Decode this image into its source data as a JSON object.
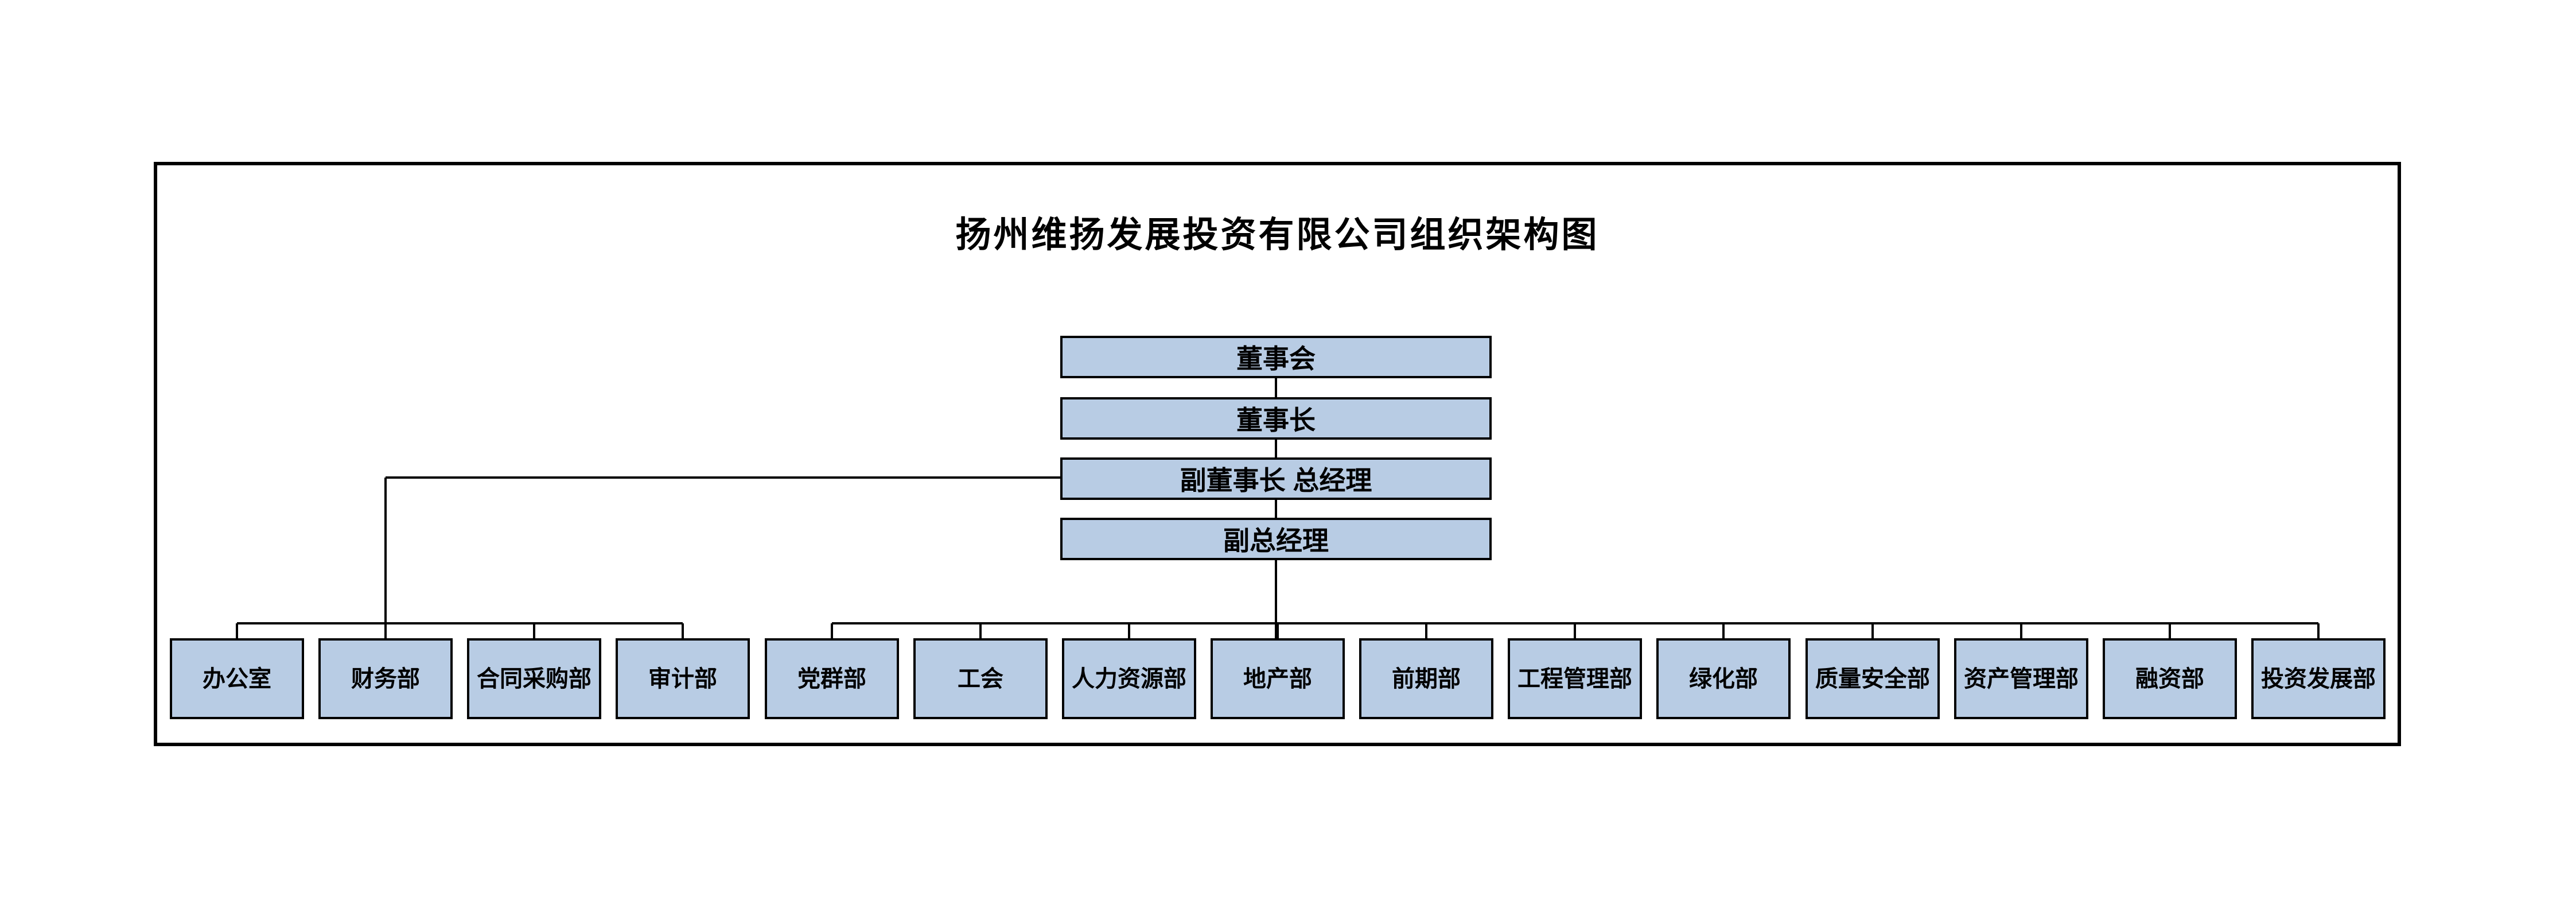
{
  "title": "扬州维扬发展投资有限公司组织架构图",
  "colors": {
    "background": "#ffffff",
    "node_fill": "#b8cce4",
    "node_border": "#000000",
    "connector_line": "#000000",
    "text": "#000000"
  },
  "executive_chain": [
    {
      "label": "董事会"
    },
    {
      "label": "董事长"
    },
    {
      "label": "副董事长 总经理"
    },
    {
      "label": "副总经理"
    }
  ],
  "department_groups": [
    {
      "reports_to": "副董事长 总经理",
      "departments": [
        {
          "label": "办公室"
        },
        {
          "label": "财务部"
        },
        {
          "label": "合同采购部"
        },
        {
          "label": "审计部"
        }
      ]
    },
    {
      "reports_to": "副总经理",
      "departments": [
        {
          "label": "党群部"
        },
        {
          "label": "工会"
        },
        {
          "label": "人力资源部"
        },
        {
          "label": "地产部"
        },
        {
          "label": "前期部"
        },
        {
          "label": "工程管理部"
        },
        {
          "label": "绿化部"
        },
        {
          "label": "质量安全部"
        },
        {
          "label": "资产管理部"
        },
        {
          "label": "融资部"
        },
        {
          "label": "投资发展部"
        }
      ]
    }
  ]
}
